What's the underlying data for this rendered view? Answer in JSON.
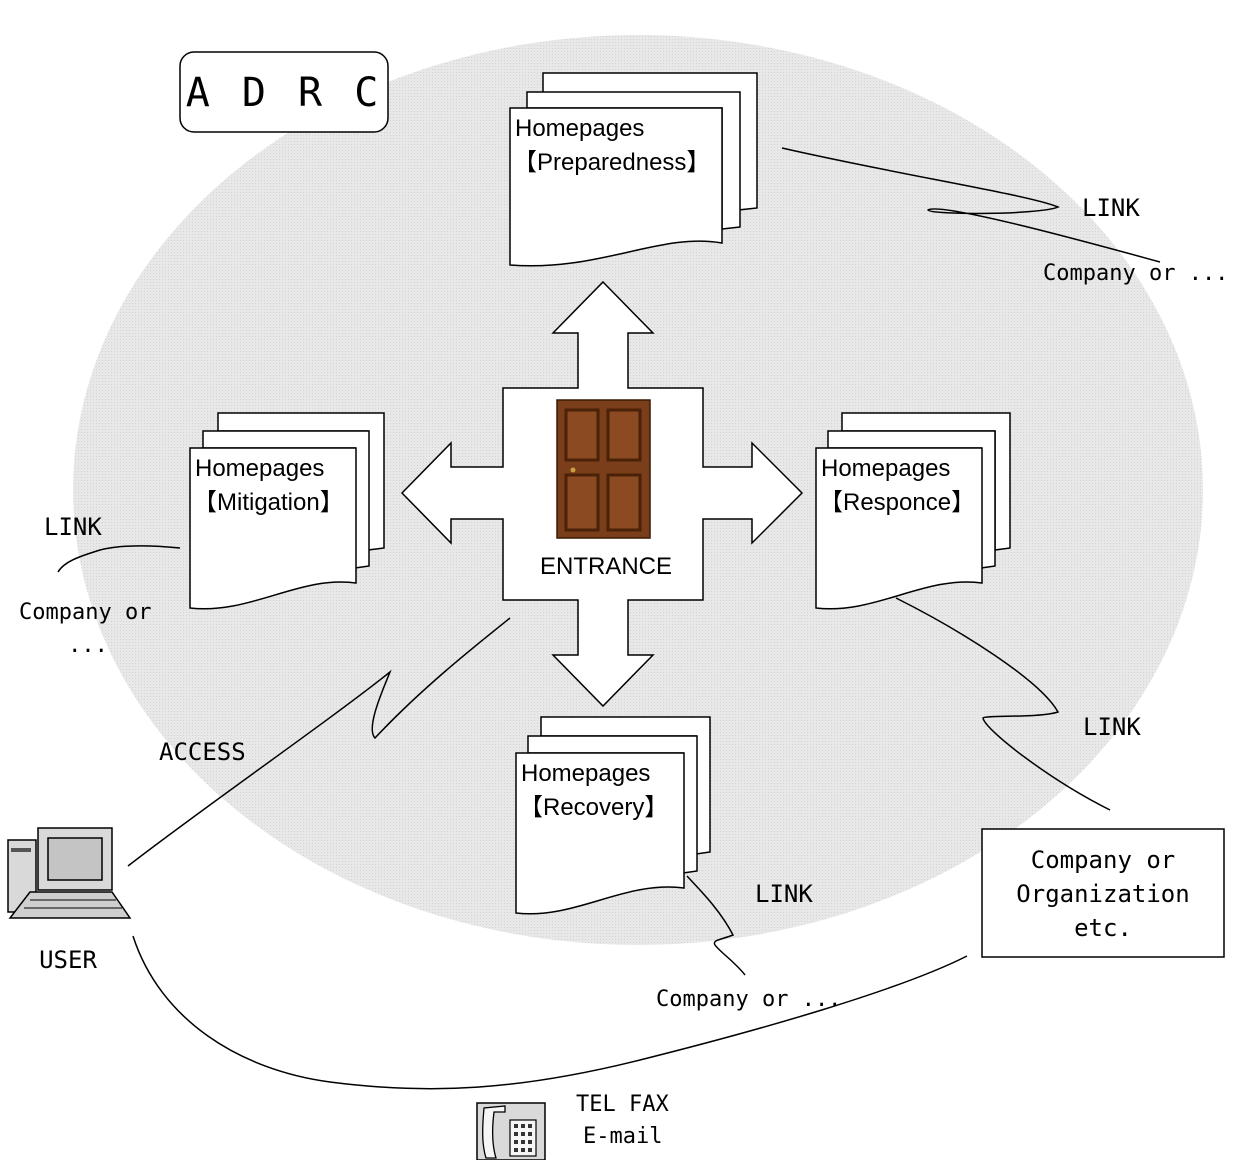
{
  "diagram": {
    "adrc_label": "A D R C",
    "entrance_label": "ENTRANCE",
    "pages": {
      "preparedness": {
        "line1": "Homepages",
        "line2": "【Preparedness】"
      },
      "mitigation": {
        "line1": "Homepages",
        "line2": "【Mitigation】"
      },
      "responce": {
        "line1": "Homepages",
        "line2": "【Responce】"
      },
      "recovery": {
        "line1": "Homepages",
        "line2": "【Recovery】"
      }
    },
    "links": {
      "top_right": {
        "link": "LINK",
        "target": "Company or ..."
      },
      "left": {
        "link": "LINK",
        "target_line1": "Company or",
        "target_line2": "..."
      },
      "right": {
        "link": "LINK"
      },
      "bottom": {
        "link": "LINK",
        "target": "Company or ..."
      }
    },
    "access_label": "ACCESS",
    "user_label": "USER",
    "org_box": {
      "line1": "Company or",
      "line2": "Organization",
      "line3": "etc."
    },
    "contact": {
      "line1": "TEL FAX",
      "line2": "E-mail"
    },
    "colors": {
      "circle_fill": "#e6e6e6",
      "door_wood": "#7a3e1a",
      "door_dark": "#4a2208",
      "stroke": "#000000"
    }
  }
}
